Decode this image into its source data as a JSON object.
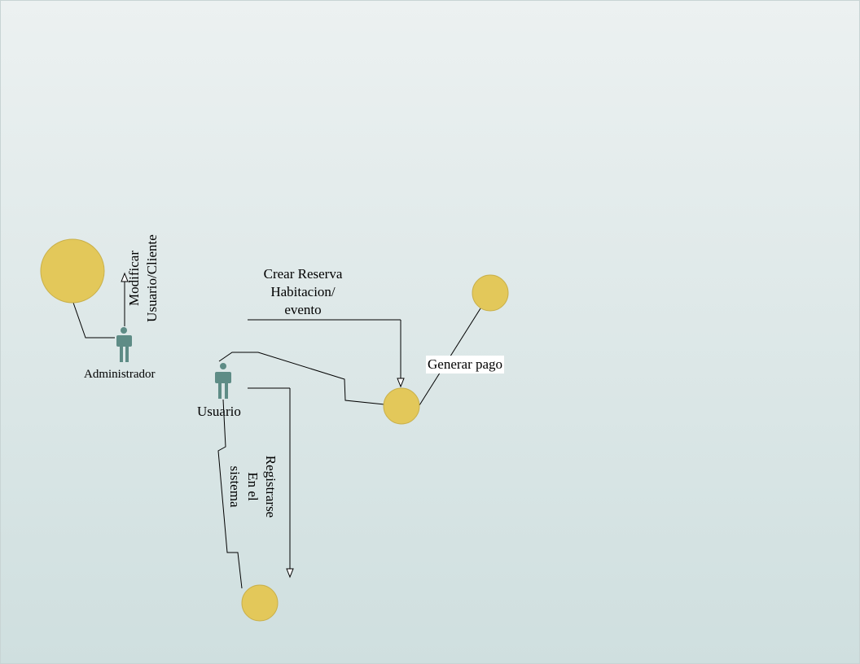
{
  "colors": {
    "usecase_fill": "#e3c85a",
    "usecase_stroke": "#c9b04a",
    "actor_fill": "#5e8c86",
    "line": "#000000"
  },
  "actors": {
    "admin": {
      "label": "Administrador",
      "icon": "person-icon"
    },
    "user": {
      "label": "Usuario",
      "icon": "person-icon"
    }
  },
  "messages": {
    "modificar": {
      "line1": "Modificar",
      "line2": "Usuario/Cliente"
    },
    "crear_reserva": {
      "line1": "Crear Reserva",
      "line2": "Habitacion/",
      "line3": "evento"
    },
    "generar_pago": {
      "text": "Generar pago"
    },
    "registrarse": {
      "line1": "Registrarse",
      "line2": "En el",
      "line3": "sistema"
    }
  }
}
